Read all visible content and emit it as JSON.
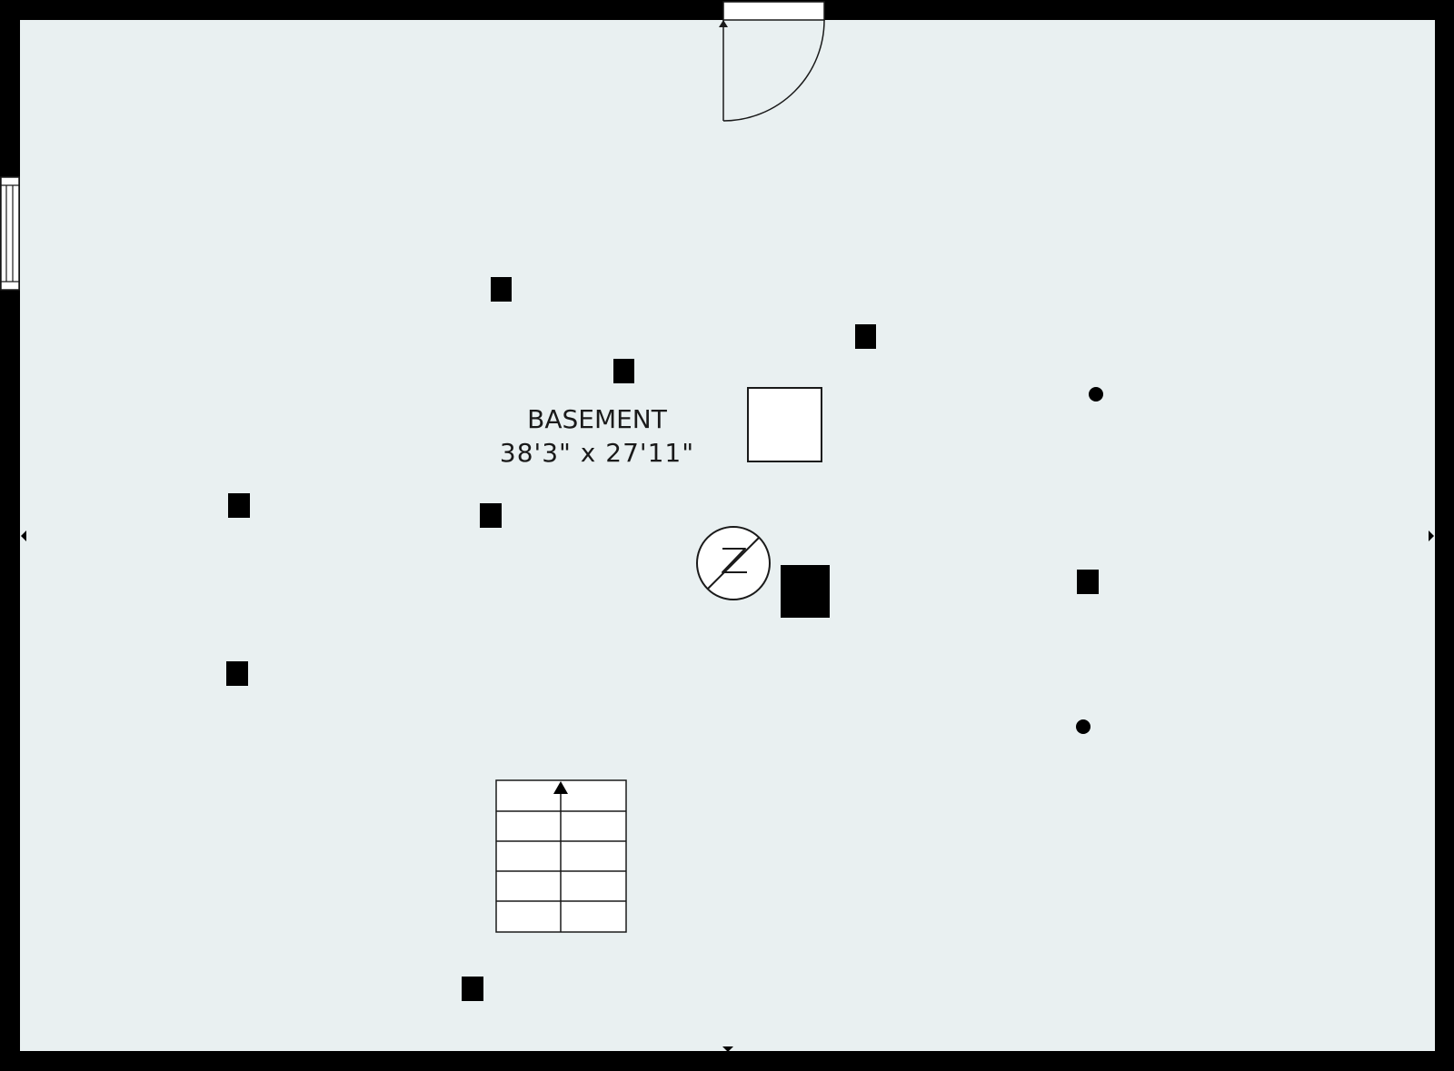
{
  "room": {
    "name": "BASEMENT",
    "dimensions": "38'3\" x 27'11\""
  },
  "colors": {
    "wall": "#000000",
    "floor": "#e9f0f1",
    "fixture_fill": "#ffffff",
    "line": "#1a1a1a"
  },
  "fixtures": {
    "posts": 11,
    "round_posts": 2,
    "stair_treads": 5,
    "stair_direction": "up"
  },
  "icons": [
    "door-swing",
    "window",
    "electrical-panel-icon",
    "stairs-arrow-icon",
    "wall-tick-marker"
  ]
}
